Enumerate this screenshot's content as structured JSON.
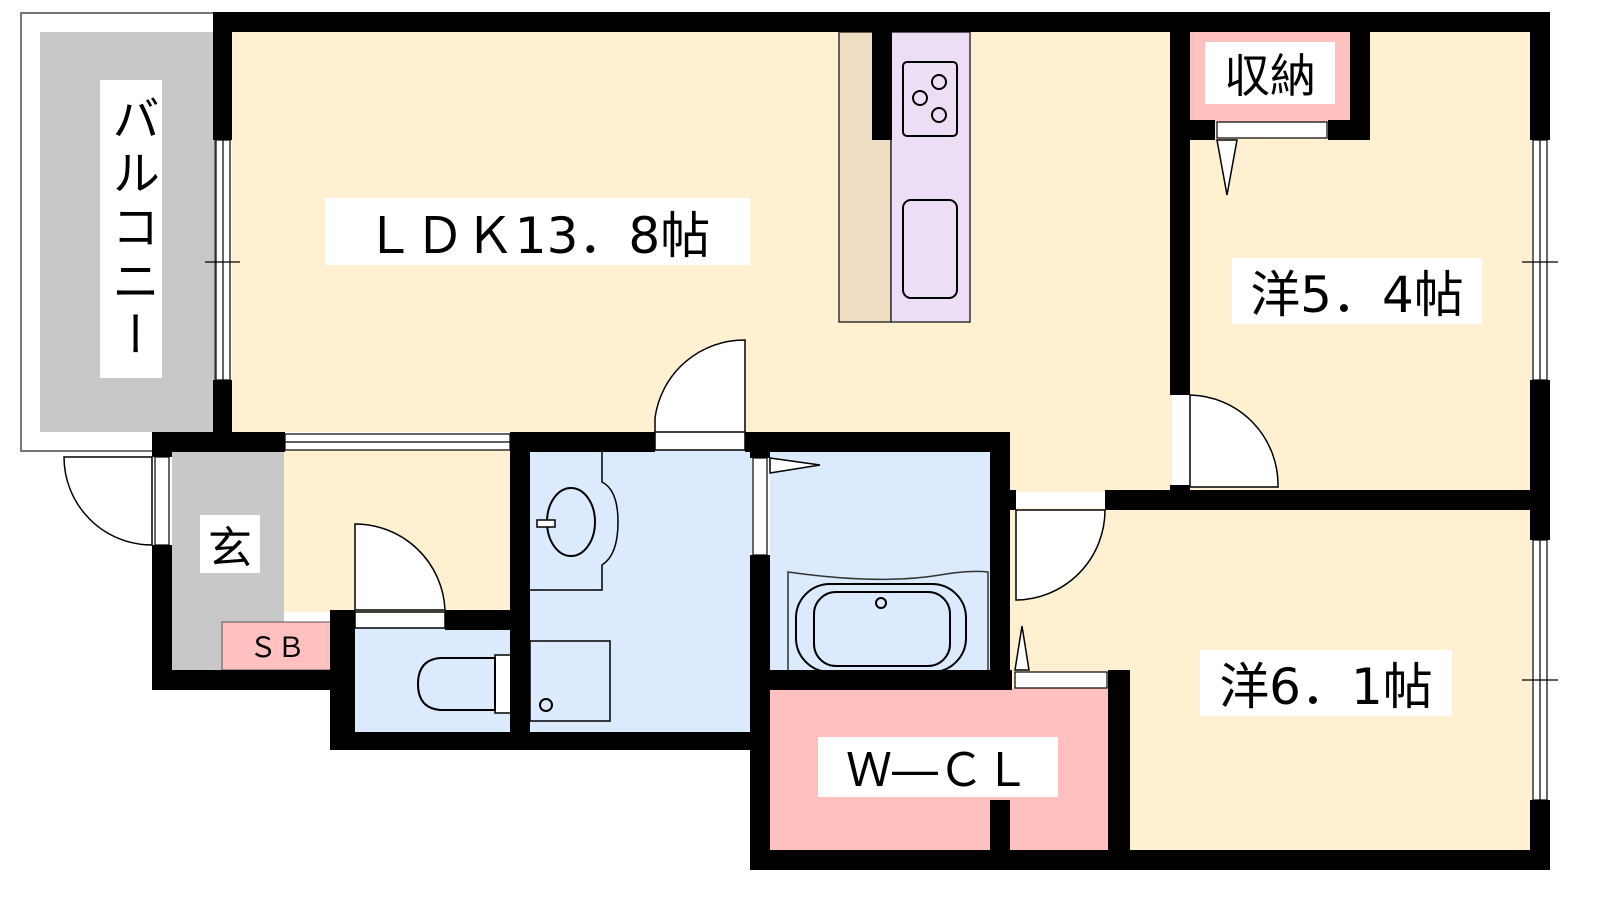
{
  "title": "Floor plan",
  "rooms": {
    "ldk": "ＬＤＫ13．8帖",
    "western_1": "洋5．4帖",
    "western_2": "洋6．1帖",
    "balcony": "バルコニー",
    "entrance": "玄",
    "shoe_box": "ＳＢ",
    "storage": "収納",
    "walk_in_closet": "Ｗ―ＣＬ"
  },
  "colors": {
    "room": "#fff0d2",
    "wet": "#dbeafd",
    "storage": "#ffc0c0",
    "balcony": "#c8c8c8",
    "kitchen": "#ecdff5",
    "counter": "#eeddc2",
    "wall": "#000000"
  }
}
